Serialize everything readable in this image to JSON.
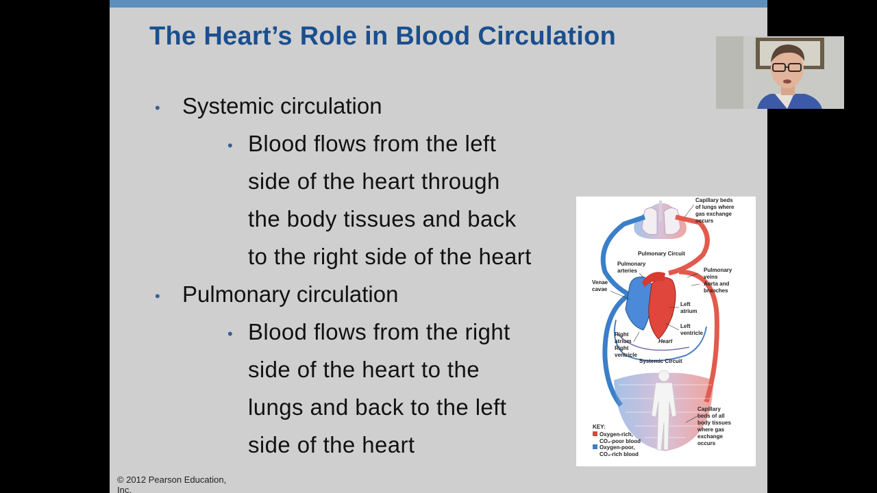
{
  "slide": {
    "title": "The Heart’s Role in Blood Circulation",
    "bullets": [
      {
        "label": "Systemic circulation",
        "sub_lines": [
          "Blood flows from the left",
          "side of the heart through",
          "the body tissues and back",
          "to the right side of the heart"
        ]
      },
      {
        "label": "Pulmonary circulation",
        "sub_lines": [
          "Blood flows from the right",
          "side of the heart to the",
          "lungs and back to the left",
          "side of the heart"
        ]
      }
    ],
    "copyright_line1": "© 2012 Pearson Education,",
    "copyright_line2": "Inc."
  },
  "diagram": {
    "label_capillary_lungs": [
      "Capillary beds",
      "of lungs where",
      "gas exchange",
      "occurs"
    ],
    "label_pulmonary_circuit": "Pulmonary Circuit",
    "label_pulmonary_arteries": [
      "Pulmonary",
      "arteries"
    ],
    "label_pulmonary_veins": [
      "Pulmonary",
      "veins"
    ],
    "label_aorta": [
      "Aorta and",
      "branches"
    ],
    "label_venae_cavae": [
      "Venae",
      "cavae"
    ],
    "label_left_atrium": [
      "Left",
      "atrium"
    ],
    "label_left_ventricle": [
      "Left",
      "ventricle"
    ],
    "label_right_atrium": [
      "Right",
      "atrium"
    ],
    "label_right_ventricle": [
      "Right",
      "ventricle"
    ],
    "label_heart": "Heart",
    "label_systemic_circuit": "Systemic Circuit",
    "label_capillary_body": [
      "Capillary",
      "beds of all",
      "body tissues",
      "where gas",
      "exchange",
      "occurs"
    ],
    "key_title": "KEY:",
    "key_red": [
      "Oxygen-rich,",
      "CO₂-poor blood"
    ],
    "key_blue": [
      "Oxygen-poor,",
      "CO₂-rich blood"
    ]
  },
  "colors": {
    "oxygen_rich": "#d9463a",
    "oxygen_poor": "#3a7fc8",
    "title": "#1b4f8e",
    "top_bar": "#5d8fbd"
  }
}
